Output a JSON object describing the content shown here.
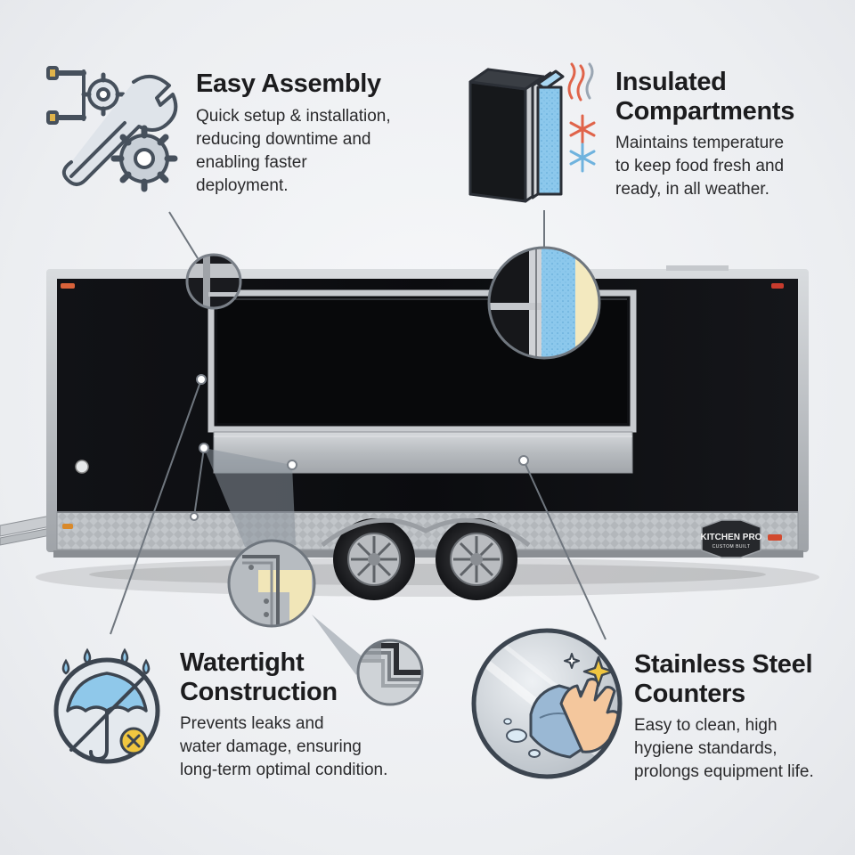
{
  "features": [
    {
      "id": "easy-assembly",
      "title_lines": [
        "Easy Assembly"
      ],
      "description_lines": [
        "Quick setup & installation,",
        "reducing downtime and",
        "enabling faster",
        "deployment."
      ],
      "icon": "wrench-gears-icon"
    },
    {
      "id": "insulated-compartments",
      "title_lines": [
        "Insulated",
        "Compartments"
      ],
      "description_lines": [
        "Maintains temperature",
        "to keep food fresh and",
        "ready, in all weather."
      ],
      "icon": "insulation-panel-icon"
    },
    {
      "id": "watertight-construction",
      "title_lines": [
        "Watertight",
        "Construction"
      ],
      "description_lines": [
        "Prevents leaks and",
        "water damage, ensuring",
        "long-term optimal condition."
      ],
      "icon": "umbrella-rain-icon"
    },
    {
      "id": "stainless-steel-counters",
      "title_lines": [
        "Stainless Steel",
        "Counters"
      ],
      "description_lines": [
        "Easy to clean, high",
        "hygiene standards,",
        "prolongs equipment life."
      ],
      "icon": "hand-wiping-cloth-icon"
    }
  ],
  "trailer": {
    "brand_name": "KITCHEN PRO",
    "brand_tagline": "CUSTOM BUILT",
    "body_color": "#0c0d10",
    "trim_color": "#b9bcc0"
  },
  "colors": {
    "heading": "#1c1c1e",
    "body_text": "#2a2a2c",
    "icon_stroke": "#4a5563",
    "icon_fill": "#d7dde4",
    "accent_yellow": "#f0c640",
    "accent_blue": "#8fc8ea",
    "accent_red": "#e0644a"
  }
}
